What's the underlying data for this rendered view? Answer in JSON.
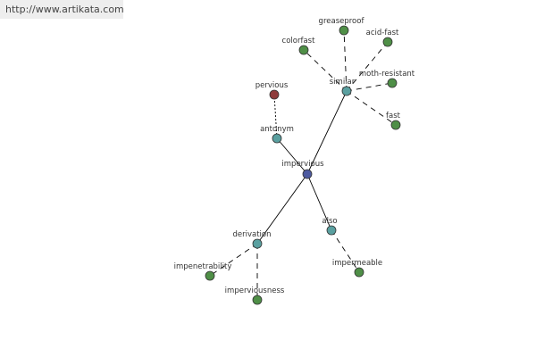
{
  "watermark": "http://www.artikata.com",
  "colors": {
    "center": "#4d5aa0",
    "relation": "#5aa0a0",
    "word": "#4f8f47",
    "antonym_word": "#8f3c3c",
    "edge": "#000000"
  },
  "nodes": {
    "impervious": {
      "label": "impervious",
      "kind": "center"
    },
    "similar": {
      "label": "similar",
      "kind": "relation"
    },
    "antonym": {
      "label": "antonym",
      "kind": "relation"
    },
    "derivation": {
      "label": "derivation",
      "kind": "relation"
    },
    "also": {
      "label": "also",
      "kind": "relation"
    },
    "pervious": {
      "label": "pervious",
      "kind": "antonym_word"
    },
    "greaseproof": {
      "label": "greaseproof",
      "kind": "word"
    },
    "acid_fast": {
      "label": "acid-fast",
      "kind": "word"
    },
    "colorfast": {
      "label": "colorfast",
      "kind": "word"
    },
    "moth_resistant": {
      "label": "moth-resistant",
      "kind": "word"
    },
    "fast": {
      "label": "fast",
      "kind": "word"
    },
    "impenetrability": {
      "label": "impenetrability",
      "kind": "word"
    },
    "imperviousness": {
      "label": "imperviousness",
      "kind": "word"
    },
    "impermeable": {
      "label": "impermeable",
      "kind": "word"
    }
  }
}
